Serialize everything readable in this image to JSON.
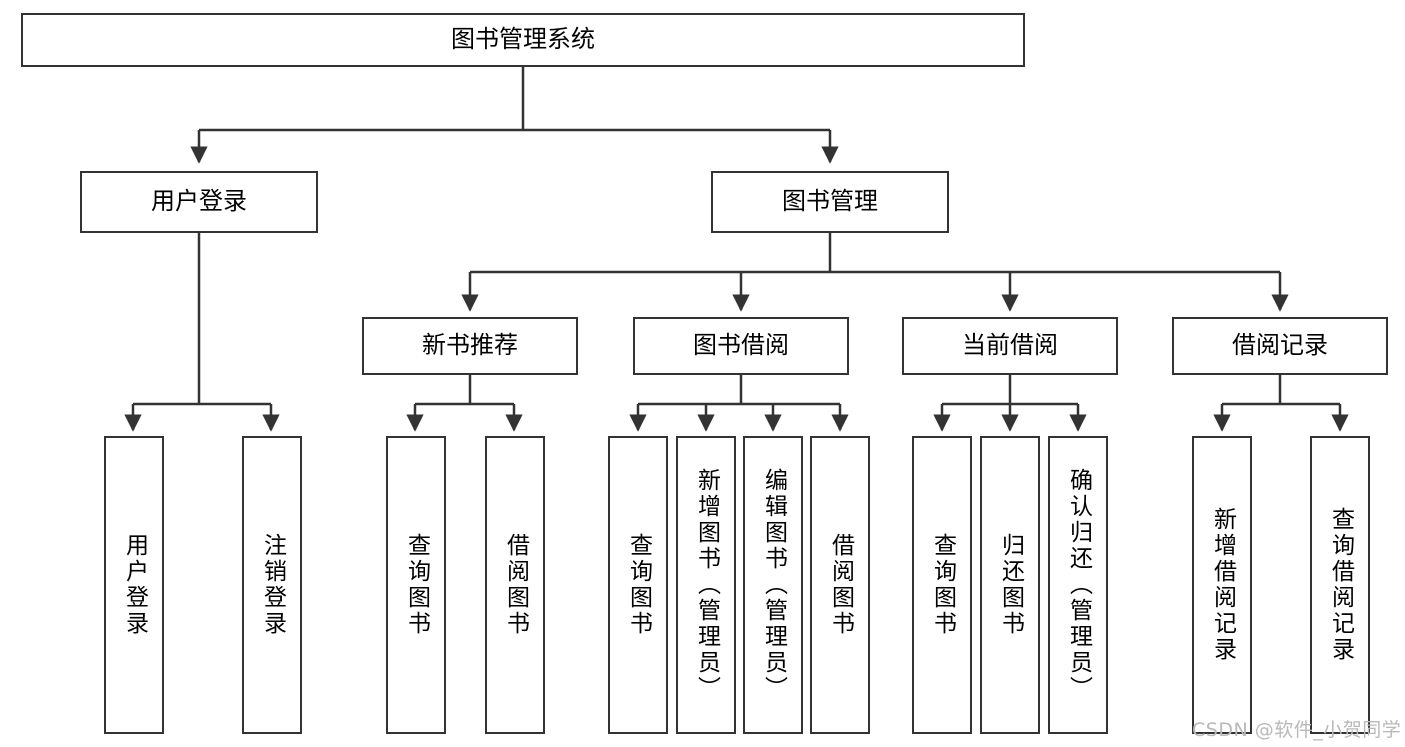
{
  "diagram": {
    "title": "图书管理系统",
    "type": "tree-hierarchy",
    "root": {
      "id": "root",
      "label": "图书管理系统"
    },
    "level2": [
      {
        "id": "user-login",
        "label": "用户登录"
      },
      {
        "id": "book-manage",
        "label": "图书管理"
      }
    ],
    "level3": [
      {
        "id": "new-book-recommend",
        "label": "新书推荐",
        "parent": "book-manage"
      },
      {
        "id": "book-borrow",
        "label": "图书借阅",
        "parent": "book-manage"
      },
      {
        "id": "current-borrow",
        "label": "当前借阅",
        "parent": "book-manage"
      },
      {
        "id": "borrow-record",
        "label": "借阅记录",
        "parent": "book-manage"
      }
    ],
    "leaves": [
      {
        "id": "leaf-user-login",
        "label": "用户登录",
        "parent": "user-login"
      },
      {
        "id": "leaf-logout",
        "label": "注销登录",
        "parent": "user-login"
      },
      {
        "id": "leaf-query-book-1",
        "label": "查询图书",
        "parent": "new-book-recommend"
      },
      {
        "id": "leaf-borrow-book-1",
        "label": "借阅图书",
        "parent": "new-book-recommend"
      },
      {
        "id": "leaf-query-book-2",
        "label": "查询图书",
        "parent": "book-borrow"
      },
      {
        "id": "leaf-add-book",
        "label": "新增图书（管理员）",
        "parent": "book-borrow"
      },
      {
        "id": "leaf-edit-book",
        "label": "编辑图书（管理员）",
        "parent": "book-borrow"
      },
      {
        "id": "leaf-borrow-book-2",
        "label": "借阅图书",
        "parent": "book-borrow"
      },
      {
        "id": "leaf-query-book-3",
        "label": "查询图书",
        "parent": "current-borrow"
      },
      {
        "id": "leaf-return-book",
        "label": "归还图书",
        "parent": "current-borrow"
      },
      {
        "id": "leaf-confirm-return",
        "label": "确认归还（管理员）",
        "parent": "current-borrow"
      },
      {
        "id": "leaf-add-record",
        "label": "新增借阅记录",
        "parent": "borrow-record"
      },
      {
        "id": "leaf-query-record",
        "label": "查询借阅记录",
        "parent": "borrow-record"
      }
    ],
    "watermark": "CSDN @软件_小贺同学",
    "colors": {
      "stroke": "#333333",
      "background": "#ffffff",
      "text": "#000000",
      "watermark": "#b9b9b9"
    }
  }
}
